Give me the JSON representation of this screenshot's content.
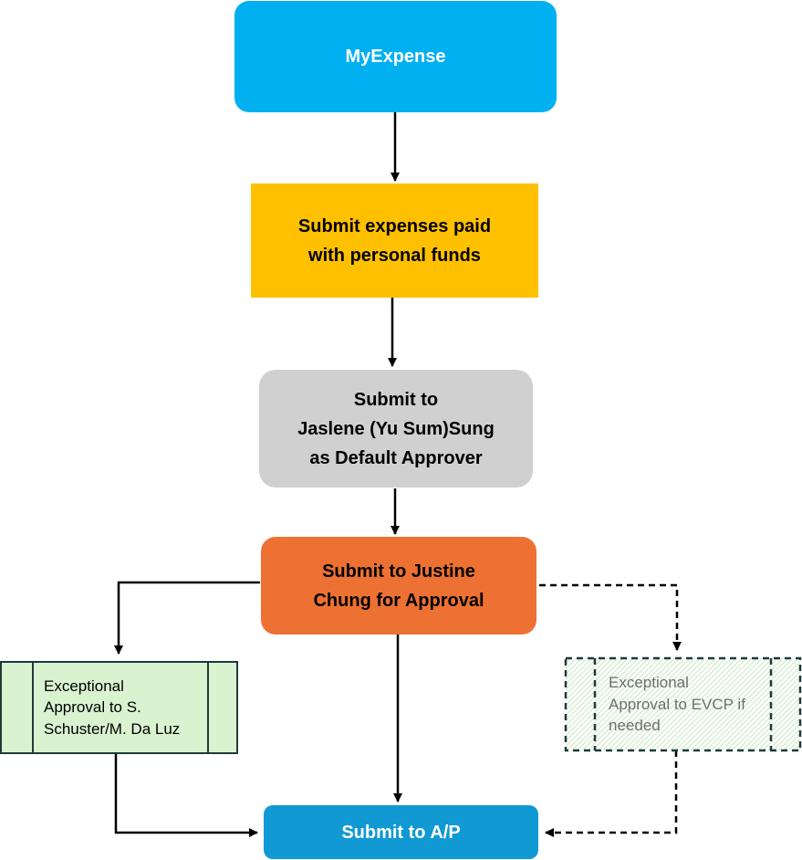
{
  "colors": {
    "myexpense": "#00b0f0",
    "submit_personal": "#ffc000",
    "default_approver": "#d0d0d0",
    "justine": "#ed7132",
    "ap": "#1199d4",
    "exceptional_fill": "#d9f2d0",
    "exceptional_border": "#1f3a3a",
    "connector": "#000000"
  },
  "nodes": {
    "myexpense": {
      "label": "MyExpense"
    },
    "submit_personal": {
      "label": "Submit expenses paid\nwith personal funds"
    },
    "default_approver": {
      "label": "Submit to\nJaslene (Yu Sum)Sung\nas Default Approver"
    },
    "justine": {
      "label": "Submit to Justine\nChung for Approval"
    },
    "exceptional_schuster": {
      "label": "Exceptional\nApproval to S.\nSchuster/M. Da Luz"
    },
    "exceptional_evcp": {
      "label": "Exceptional\nApproval to EVCP if\nneeded"
    },
    "ap": {
      "label": "Submit to A/P"
    }
  },
  "edges": [
    {
      "from": "myexpense",
      "to": "submit_personal",
      "style": "solid"
    },
    {
      "from": "submit_personal",
      "to": "default_approver",
      "style": "solid"
    },
    {
      "from": "default_approver",
      "to": "justine",
      "style": "solid"
    },
    {
      "from": "justine",
      "to": "exceptional_schuster",
      "style": "solid"
    },
    {
      "from": "justine",
      "to": "exceptional_evcp",
      "style": "dashed"
    },
    {
      "from": "justine",
      "to": "ap",
      "style": "solid"
    },
    {
      "from": "exceptional_schuster",
      "to": "ap",
      "style": "solid"
    },
    {
      "from": "exceptional_evcp",
      "to": "ap",
      "style": "dashed"
    }
  ]
}
